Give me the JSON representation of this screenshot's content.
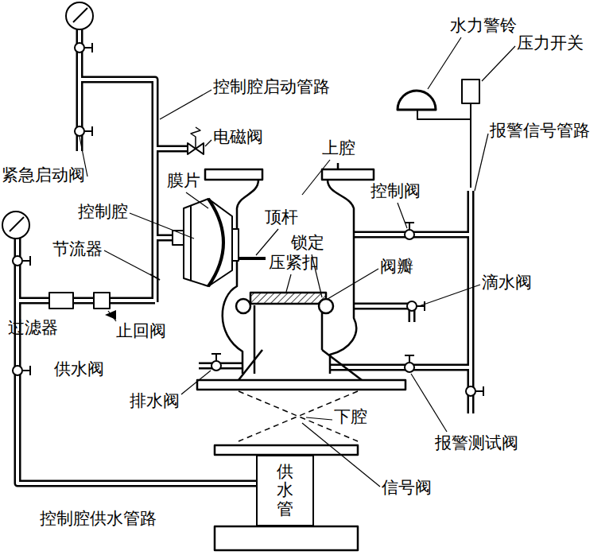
{
  "diagram": {
    "nodes": [
      {
        "text": [
          "供水管"
        ]
      }
    ],
    "labels": [
      "水力警铃",
      "压力开关",
      "控制腔启动管路",
      "报警信号管路",
      "电磁阀",
      "上腔",
      "紧急启动阀",
      "膜片",
      "控制阀",
      "控制腔",
      "顶杆",
      "锁定",
      "节流器",
      "压紧扣",
      "阀瓣",
      "滴水阀",
      "过滤器",
      "止回阀",
      "供水阀",
      "排水阀",
      "下腔",
      "报警测试阀",
      "信号阀",
      "控制腔供水管路"
    ]
  }
}
